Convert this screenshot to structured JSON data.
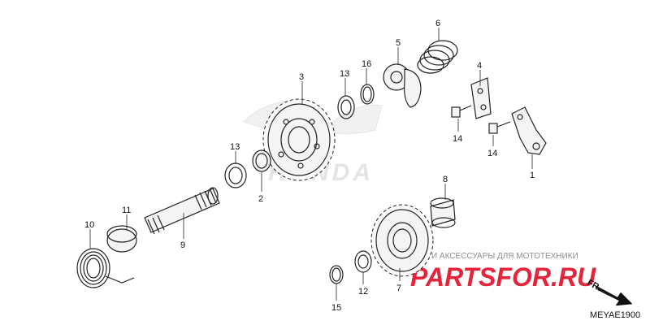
{
  "diagram": {
    "code": "MEYAE1900",
    "direction_label": "FR.",
    "watermark": {
      "brand": "HONDA",
      "site": "PARTSFOR.RU",
      "tagline": "СТИ И АКСЕССУАРЫ ДЛЯ МОТОТЕХНИКИ",
      "brand_color": "#c9c9c9",
      "site_color": "#e3243a",
      "tagline_color": "#999999"
    },
    "callouts": {
      "p1": "1",
      "p2": "2",
      "p3": "3",
      "p4": "4",
      "p5": "5",
      "p6": "6",
      "p7": "7",
      "p8": "8",
      "p9": "9",
      "p10": "10",
      "p11": "11",
      "p12": "12",
      "p13a": "13",
      "p13b": "13",
      "p14a": "14",
      "p14b": "14",
      "p15": "15",
      "p16": "16"
    }
  }
}
